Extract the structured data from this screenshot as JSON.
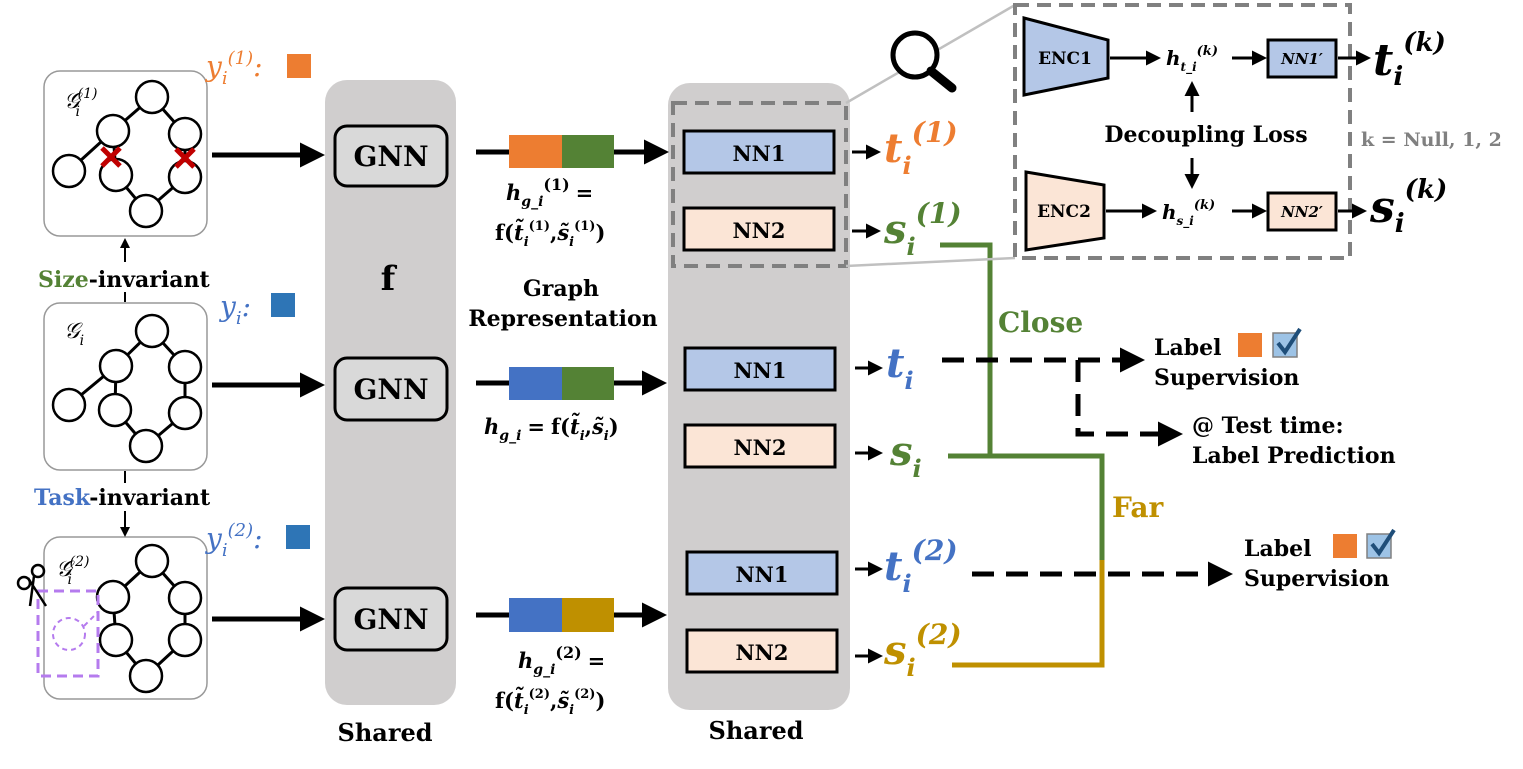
{
  "colors": {
    "orange": "#ED7D31",
    "green": "#548235",
    "blue": "#4472C4",
    "gold": "#BF9000",
    "purple": "#B57BEE",
    "red": "#C00000",
    "nn1_fill": "#B4C7E7",
    "nn2_fill": "#FBE5D6",
    "shared_fill": "#D0CECE",
    "dash_gray": "#808080",
    "check_blue": "#2E75B6"
  },
  "graphs": {
    "top": {
      "label": "𝒢",
      "sub": "i",
      "sup": "(1)"
    },
    "mid": {
      "label": "𝒢",
      "sub": "i"
    },
    "bot": {
      "label": "𝒢",
      "sub": "i",
      "sup": "(2)"
    }
  },
  "y_labels": {
    "top": {
      "base": "y",
      "sub": "i",
      "sup": "(1)",
      "suffix": ":"
    },
    "mid": {
      "base": "y",
      "sub": "i",
      "suffix": ":"
    },
    "bot": {
      "base": "y",
      "sub": "i",
      "sup": "(2)",
      "suffix": ":"
    }
  },
  "invariants": {
    "size": {
      "colored": "Size",
      "rest": "-invariant"
    },
    "task": {
      "colored": "Task",
      "rest": "-invariant"
    }
  },
  "encoder": {
    "gnn_label": "GNN",
    "f_label": "f",
    "shared_label": "Shared",
    "graph_rep_line1": "Graph",
    "graph_rep_line2": "Representation"
  },
  "embeddings": {
    "top": {
      "h_base": "h",
      "h_sub": "g_i",
      "h_sup": "(1)",
      "eq": "=",
      "f": "f(",
      "t": "t̃",
      "t_sub": "i",
      "t_sup": "(1)",
      "comma": ",",
      "s": "s̃",
      "s_sub": "i",
      "s_sup": "(1)",
      "close": ")"
    },
    "mid": {
      "h_base": "h",
      "h_sub": "g_i",
      "eq": "=",
      "f": "f(",
      "t": "t̃",
      "t_sub": "i",
      "comma": ",",
      "s": "s̃",
      "s_sub": "i",
      "close": ")"
    },
    "bot": {
      "h_base": "h",
      "h_sub": "g_i",
      "h_sup": "(2)",
      "eq": "=",
      "f": "f(",
      "t": "t̃",
      "t_sub": "i",
      "t_sup": "(2)",
      "comma": ",",
      "s": "s̃",
      "s_sub": "i",
      "s_sup": "(2)",
      "close": ")"
    }
  },
  "heads": {
    "nn1": "NN1",
    "nn2": "NN2",
    "shared_label": "Shared"
  },
  "outputs": {
    "t_base": "t",
    "s_base": "s",
    "sub": "i",
    "sup1": "(1)",
    "sup2": "(2)"
  },
  "relations": {
    "close": "Close",
    "far": "Far"
  },
  "supervision": {
    "label": "Label",
    "supervision": "Supervision",
    "test1": "@ Test time:",
    "test2": "Label Prediction"
  },
  "zoom": {
    "enc1": "ENC1",
    "enc2": "ENC2",
    "nn1p": "NN1′",
    "nn2p": "NN2′",
    "h_base": "h",
    "h_t_sub": "t_i",
    "h_s_sub": "s_i",
    "k_sup": "(k)",
    "t_base": "t",
    "s_base": "s",
    "sub": "i",
    "decoupling": "Decoupling Loss",
    "k_note": "k = Null, 1, 2"
  }
}
